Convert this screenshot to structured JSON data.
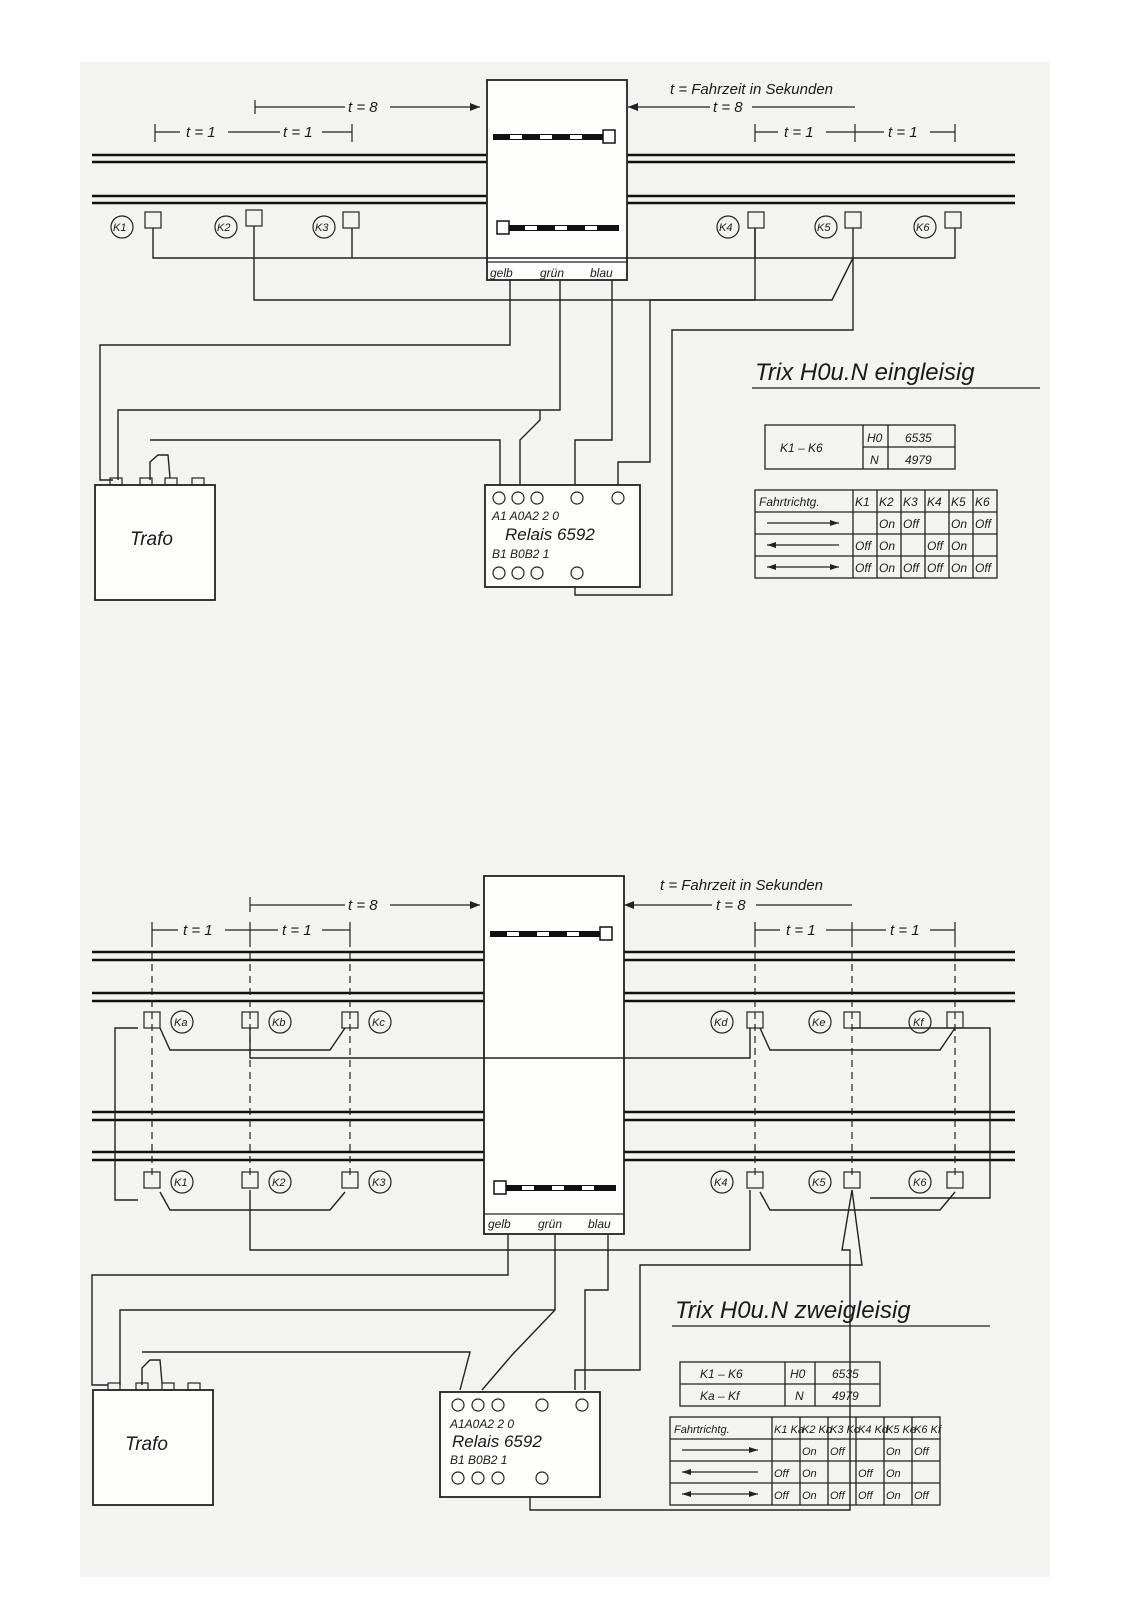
{
  "colors": {
    "paper": "#f3f3f1",
    "ink": "#1a1a1a"
  },
  "top": {
    "legend": "t = Fahrzeit in Sekunden",
    "dim_long_left": "t = 8",
    "dim_long_right": "t = 8",
    "dim_short": [
      "t = 1",
      "t = 1",
      "t = 1",
      "t = 1"
    ],
    "contacts": [
      "K1",
      "K2",
      "K3",
      "K4",
      "K5",
      "K6"
    ],
    "wire_labels": [
      "gelb",
      "grün",
      "blau"
    ],
    "title": "Trix H0u.N eingleisig",
    "part_table": {
      "range": "K1 – K6",
      "rows": [
        [
          "H0",
          "6535"
        ],
        [
          "N",
          "4979"
        ]
      ]
    },
    "dir_table": {
      "header": [
        "Fahrtrichtg.",
        "K1",
        "K2",
        "K3",
        "K4",
        "K5",
        "K6"
      ],
      "rows": [
        [
          "",
          "On",
          "Off",
          "",
          "On",
          "Off"
        ],
        [
          "Off",
          "On",
          "",
          "Off",
          "On",
          ""
        ],
        [
          "Off",
          "On",
          "Off",
          "Off",
          "On",
          "Off"
        ]
      ]
    },
    "relais": {
      "top_pins": "A1 A0A2  2   0",
      "name": "Relais 6592",
      "bottom_pins": "B1 B0B2  1"
    },
    "trafo": "Trafo"
  },
  "bottom": {
    "legend": "t = Fahrzeit in Sekunden",
    "dim_long_left": "t = 8",
    "dim_long_right": "t = 8",
    "dim_short": [
      "t = 1",
      "t = 1",
      "t = 1",
      "t = 1"
    ],
    "contacts_upper": [
      "Ka",
      "Kb",
      "Kc",
      "Kd",
      "Ke",
      "Kf"
    ],
    "contacts_lower": [
      "K1",
      "K2",
      "K3",
      "K4",
      "K5",
      "K6"
    ],
    "wire_labels": [
      "gelb",
      "grün",
      "blau"
    ],
    "title": "Trix H0u.N zweigleisig",
    "part_table": {
      "range1": "K1 – K6",
      "range2": "Ka – Kf",
      "rows": [
        [
          "H0",
          "6535"
        ],
        [
          "N",
          "4979"
        ]
      ]
    },
    "dir_table": {
      "header": [
        "Fahrtrichtg.",
        "K1 Ka",
        "K2 Kb",
        "K3 Kc",
        "K4 Kd",
        "K5 Ke",
        "K6 Kf"
      ],
      "rows": [
        [
          "",
          "On",
          "Off",
          "",
          "On",
          "Off"
        ],
        [
          "Off",
          "On",
          "",
          "Off",
          "On",
          ""
        ],
        [
          "Off",
          "On",
          "Off",
          "Off",
          "On",
          "Off"
        ]
      ]
    },
    "relais": {
      "top_pins": "A1A0A2  2   0",
      "name": "Relais  6592",
      "bottom_pins": "B1 B0B2  1"
    },
    "trafo": "Trafo"
  }
}
